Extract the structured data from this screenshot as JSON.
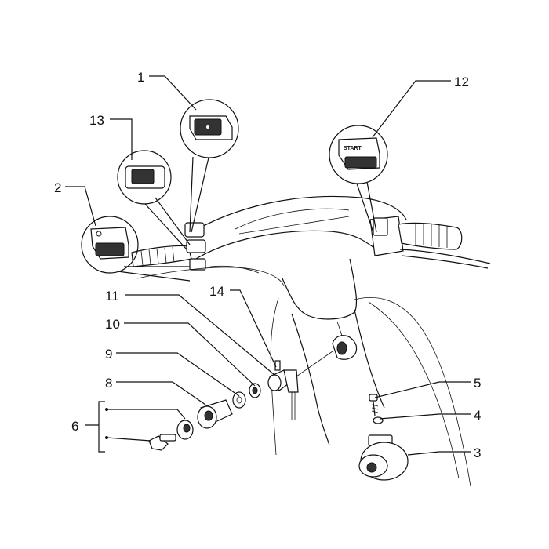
{
  "diagram": {
    "callouts": [
      "1",
      "2",
      "3",
      "4",
      "5",
      "6",
      "8",
      "9",
      "10",
      "11",
      "12",
      "13",
      "14"
    ],
    "start_button_text": "START"
  }
}
